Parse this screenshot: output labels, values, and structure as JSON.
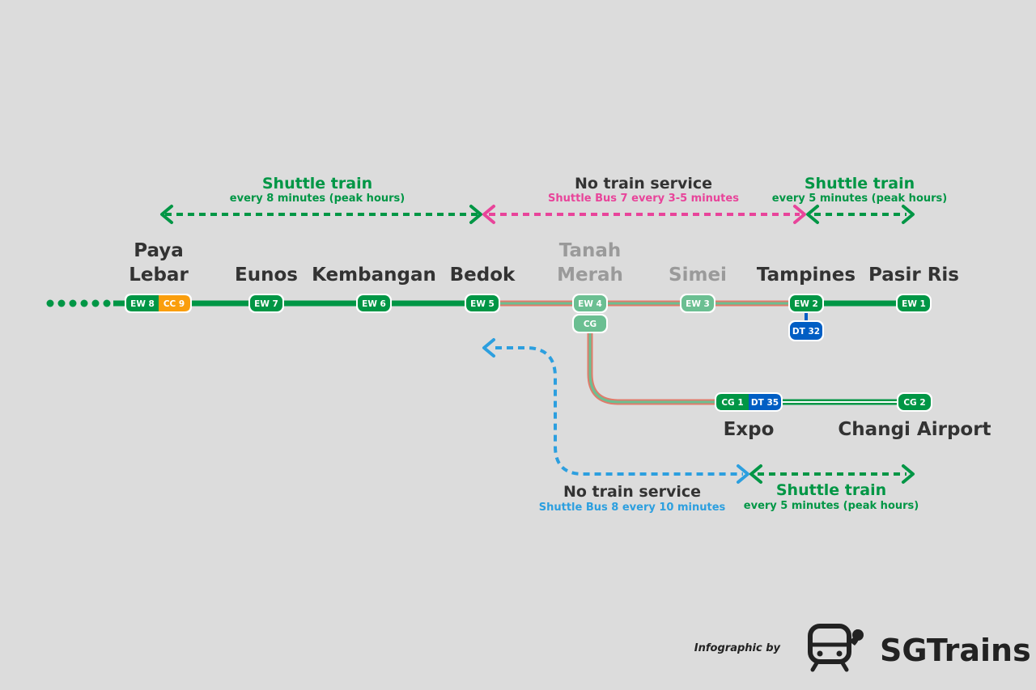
{
  "colors": {
    "ew_green": "#009645",
    "ew_closed": "#6bbf92",
    "cc_orange": "#fa9e0d",
    "dt_blue": "#005ec4",
    "bus7_pink": "#e8449a",
    "bus8_blue": "#2c9fdf",
    "closed_track_outline": "#e07b6a",
    "text_dark": "#333333",
    "text_closed": "#9a9a9a"
  },
  "services": {
    "west_shuttle": {
      "title": "Shuttle train",
      "subtitle": "every 8 minutes (peak hours)"
    },
    "bus7": {
      "title": "No train service",
      "subtitle": "Shuttle Bus 7 every 3-5 minutes"
    },
    "east_shuttle": {
      "title": "Shuttle train",
      "subtitle": "every 5 minutes (peak hours)"
    },
    "bus8": {
      "title": "No train service",
      "subtitle": "Shuttle Bus 8 every 10 minutes"
    },
    "airport_shuttle": {
      "title": "Shuttle train",
      "subtitle": "every 5 minutes (peak hours)"
    }
  },
  "stations": {
    "paya_lebar": {
      "name_line1": "Paya",
      "name_line2": "Lebar",
      "code_ew": "EW 8",
      "code_cc": "CC 9"
    },
    "eunos": {
      "name": "Eunos",
      "code": "EW 7"
    },
    "kembangan": {
      "name": "Kembangan",
      "code": "EW 6"
    },
    "bedok": {
      "name": "Bedok",
      "code": "EW 5"
    },
    "tanah_merah": {
      "name_line1": "Tanah",
      "name_line2": "Merah",
      "code_ew": "EW 4",
      "code_cg": "CG"
    },
    "simei": {
      "name": "Simei",
      "code": "EW 3"
    },
    "tampines": {
      "name": "Tampines",
      "code_ew": "EW 2",
      "code_dt": "DT 32"
    },
    "pasir_ris": {
      "name": "Pasir Ris",
      "code": "EW 1"
    },
    "expo": {
      "name": "Expo",
      "code_cg": "CG 1",
      "code_dt": "DT 35"
    },
    "changi_airport": {
      "name": "Changi Airport",
      "code": "CG 2"
    }
  },
  "credit": {
    "label": "Infographic by",
    "brand": "SGTrains",
    "logo_icon": "train-front-icon"
  }
}
